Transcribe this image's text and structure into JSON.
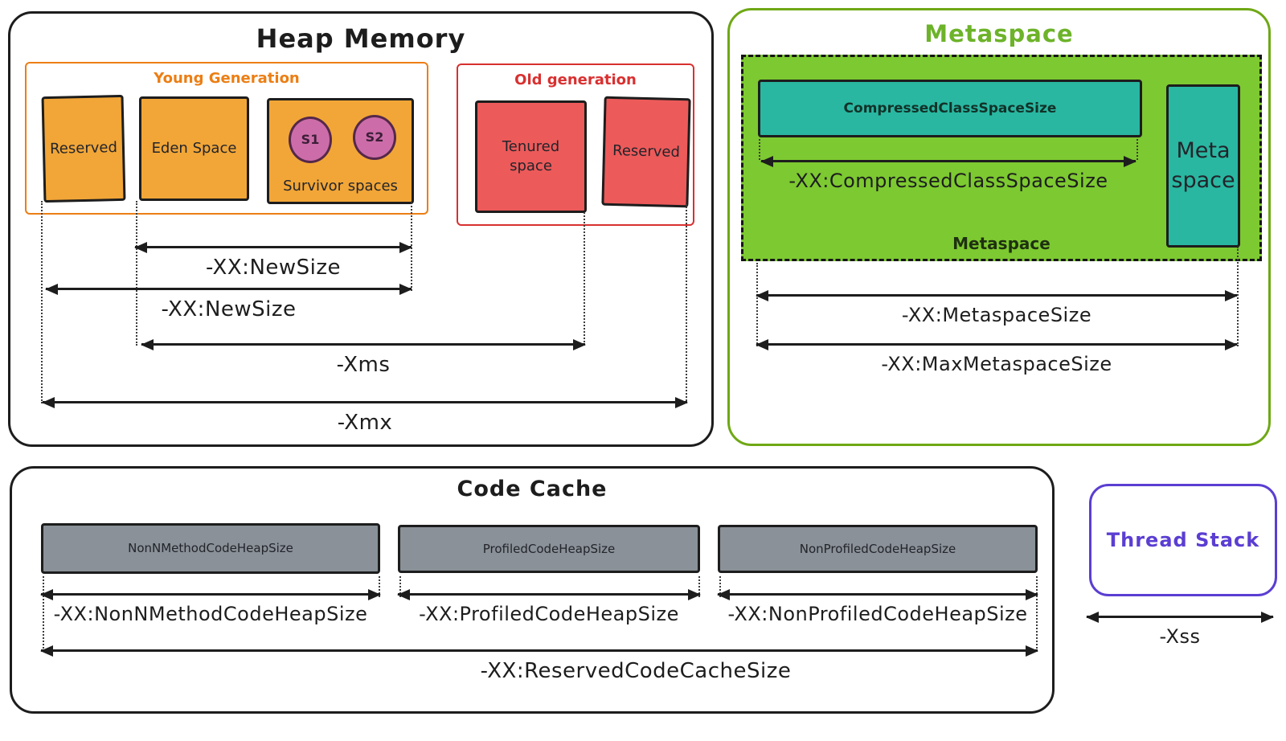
{
  "colors": {
    "ink": "#1d1d1d",
    "orange_fill": "#F2A637",
    "orange_line": "#EC7E14",
    "red_fill": "#ED5A5A",
    "red_line": "#D93030",
    "lime_fill": "#7DC931",
    "green_line": "#6FA815",
    "green_title": "#6DB32A",
    "teal_fill": "#29B7A2",
    "pink_fill": "#CC6DA9",
    "pink_line": "#55284A",
    "gray_fill": "#8A9198",
    "violet": "#5B3ED2",
    "dot_line": "#3c3c3c"
  },
  "heap": {
    "title": "Heap Memory",
    "young": {
      "label": "Young Generation",
      "reserved_label": "Reserved",
      "eden_label": "Eden Space",
      "survivor_label": "Survivor spaces",
      "s1_label": "S1",
      "s2_label": "S2"
    },
    "old": {
      "label": "Old generation",
      "tenured_label": "Tenured space",
      "reserved_label": "Reserved"
    },
    "arrows": {
      "new_size_inner": "-XX:NewSize",
      "new_size_outer": "-XX:NewSize",
      "xms": "-Xms",
      "xmx": "-Xmx"
    }
  },
  "metaspace": {
    "title": "Metaspace",
    "compressed_class_space_label": "CompressedClassSpaceSize",
    "compressed_class_space_arrow": "-XX:CompressedClassSpaceSize",
    "inner_label": "Metaspace",
    "meta_space_label": "Meta space",
    "arrows": {
      "metaspace_size": "-XX:MetaspaceSize",
      "max_metaspace_size": "-XX:MaxMetaspaceSize"
    }
  },
  "code_cache": {
    "title": "Code Cache",
    "bars": [
      {
        "label": "NonNMethodCodeHeapSize",
        "arrow_label": "-XX:NonNMethodCodeHeapSize"
      },
      {
        "label": "ProfiledCodeHeapSize",
        "arrow_label": "-XX:ProfiledCodeHeapSize"
      },
      {
        "label": "NonProfiledCodeHeapSize",
        "arrow_label": "-XX:NonProfiledCodeHeapSize"
      }
    ],
    "reserved_arrow_label": "-XX:ReservedCodeCacheSize"
  },
  "thread_stack": {
    "title": "Thread Stack",
    "arrow_label": "-Xss"
  }
}
